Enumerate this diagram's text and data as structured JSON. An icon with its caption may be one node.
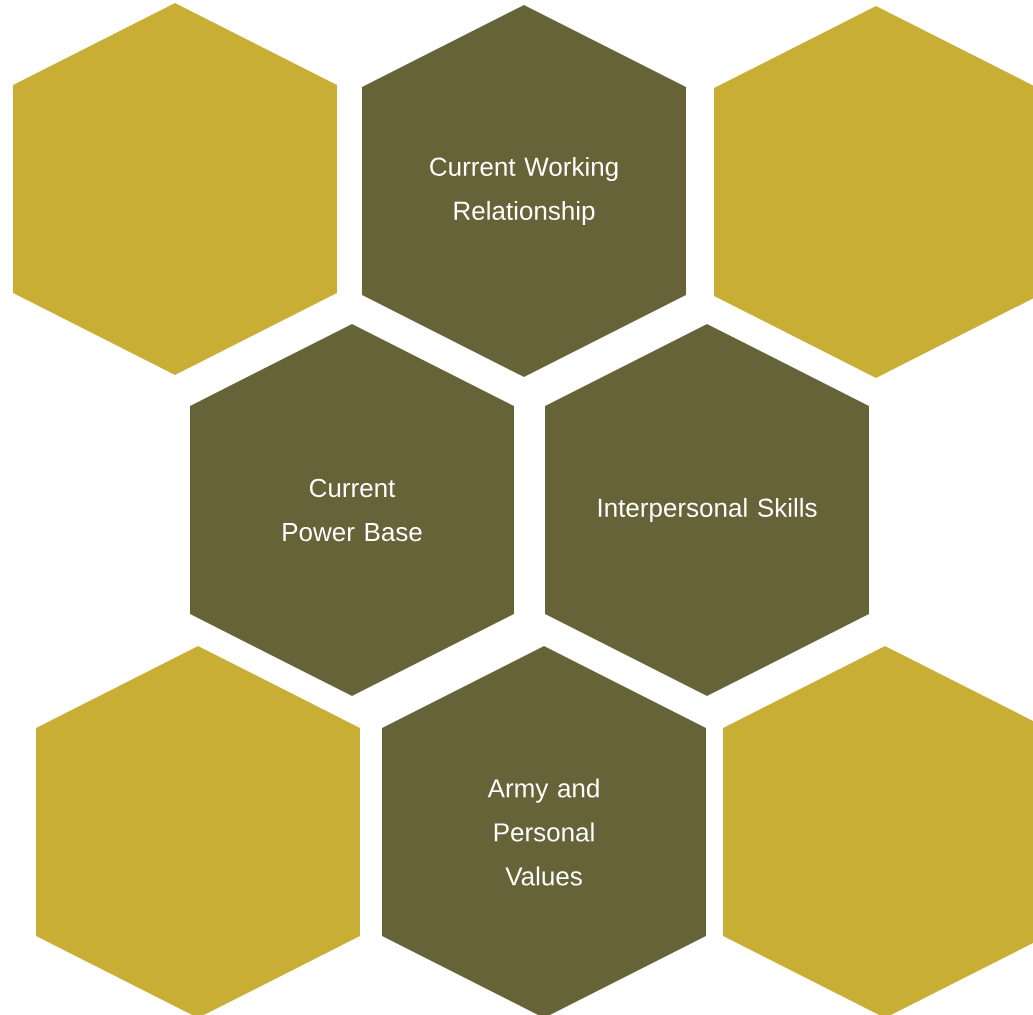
{
  "diagram": {
    "nodes": [
      {
        "text": [],
        "shape": "hexagon"
      },
      {
        "text": [
          "Current Working Relationship"
        ]
      },
      {
        "text": [],
        "shape": "hexagon"
      },
      {
        "text": [
          "Current Power Base"
        ]
      },
      {
        "text": [
          "Interpersonal Skills"
        ]
      },
      {
        "text": [],
        "shape": "hexagon"
      },
      {
        "text": [
          "Army and Personal Values"
        ]
      },
      {
        "text": [],
        "shape": "hexagon"
      }
    ]
  }
}
